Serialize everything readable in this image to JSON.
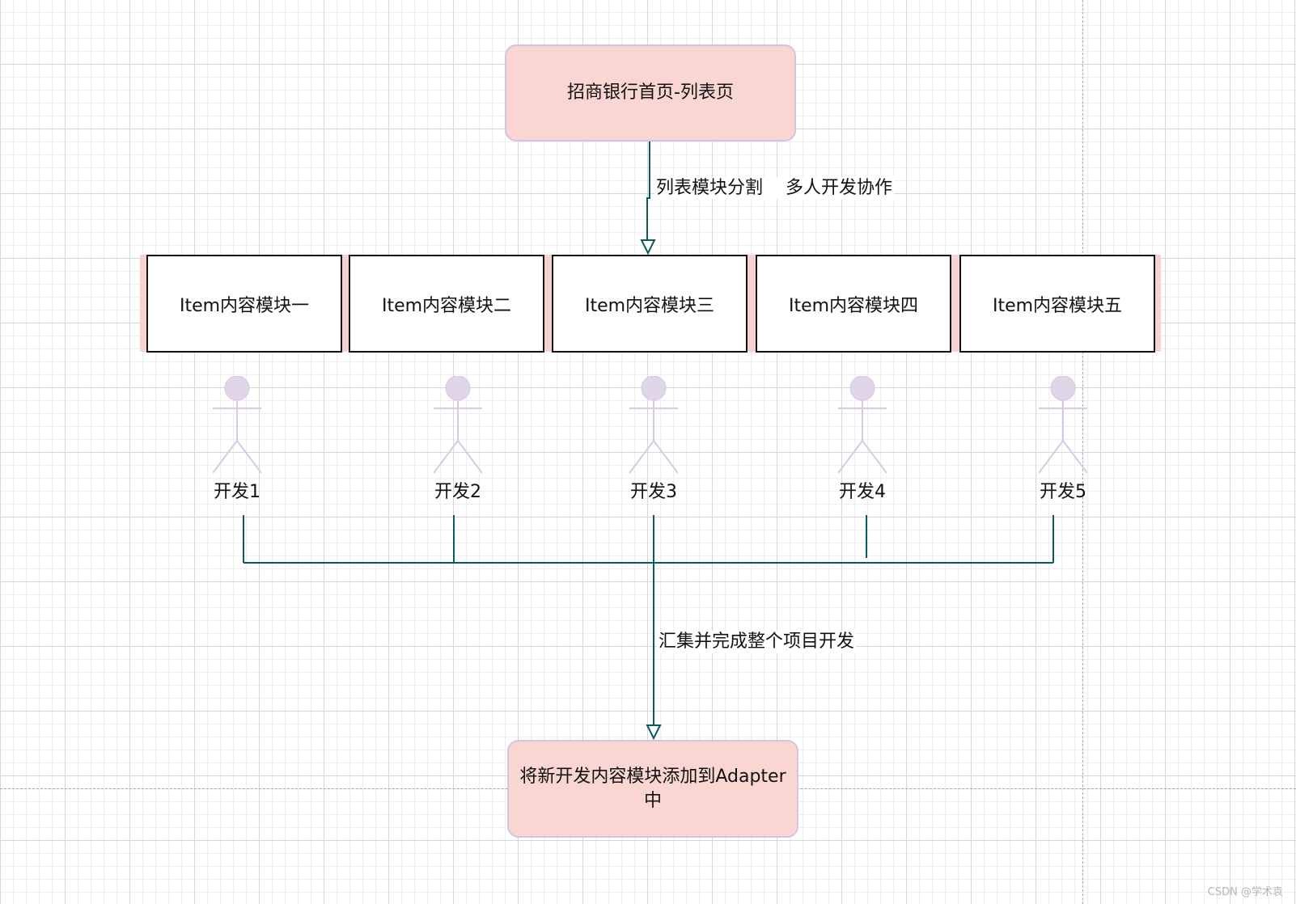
{
  "diagram": {
    "top_node": {
      "label": "招商银行首页-列表页"
    },
    "split_edge": {
      "label": "列表模块分割    多人开发协作"
    },
    "modules": [
      {
        "label": "Item内容模块一"
      },
      {
        "label": "Item内容模块二"
      },
      {
        "label": "Item内容模块三"
      },
      {
        "label": "Item内容模块四"
      },
      {
        "label": "Item内容模块五"
      }
    ],
    "developers": [
      {
        "label": "开发1"
      },
      {
        "label": "开发2"
      },
      {
        "label": "开发3"
      },
      {
        "label": "开发4"
      },
      {
        "label": "开发5"
      }
    ],
    "merge_edge": {
      "label": "汇集并完成整个项目开发"
    },
    "bottom_node": {
      "label": "将新开发内容模块添加到Adapter中"
    }
  },
  "watermark": {
    "text": "CSDN @学术袁"
  },
  "colors": {
    "node_fill": "#f9d6d2",
    "node_border": "#d2c4e2",
    "container_fill": "#f6d3d1",
    "connector": "#0e5a5a",
    "actor": "#e1d5e8"
  }
}
